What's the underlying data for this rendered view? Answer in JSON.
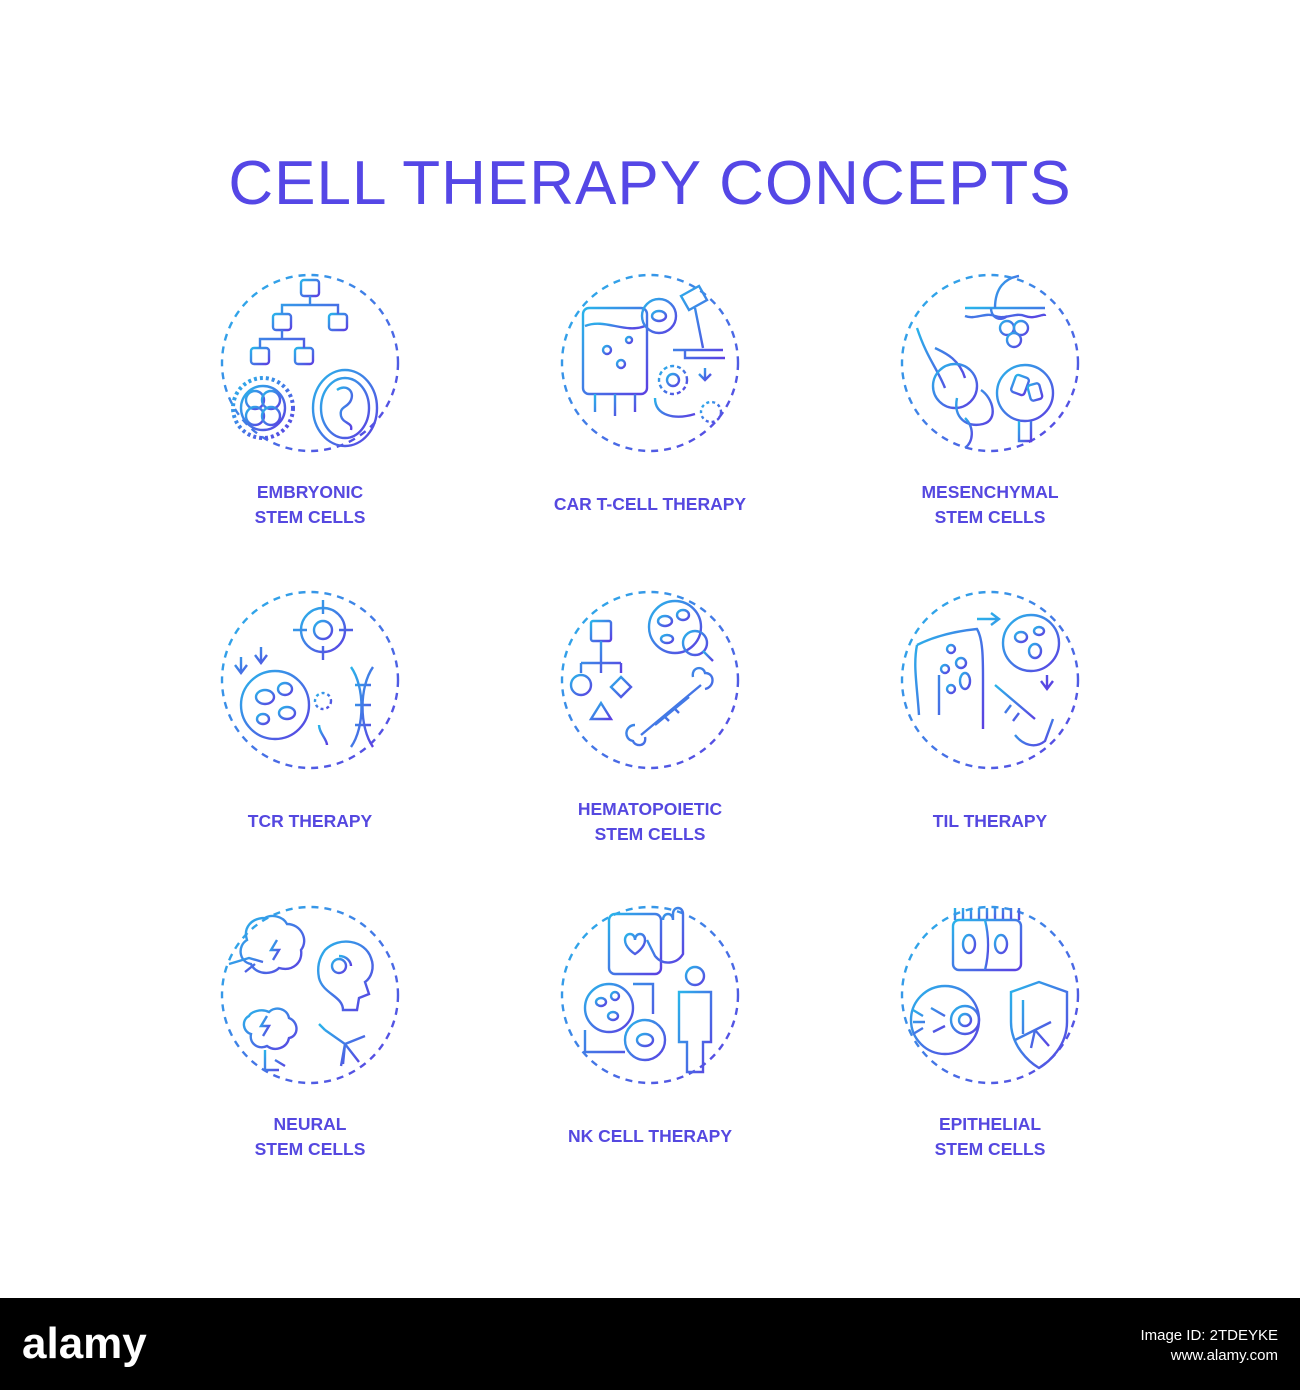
{
  "title": "CELL THERAPY CONCEPTS",
  "colors": {
    "gradient_start": "#29b5ea",
    "gradient_end": "#5b3fe2",
    "title": "#5547e6"
  },
  "icons": [
    {
      "name": "embryonic-stem-cells",
      "line1": "EMBRYONIC",
      "line2": "STEM CELLS"
    },
    {
      "name": "car-t-cell-therapy",
      "line1": "CAR  T-CELL THERAPY",
      "line2": ""
    },
    {
      "name": "mesenchymal-stem-cells",
      "line1": "MESENCHYMAL",
      "line2": "STEM CELLS"
    },
    {
      "name": "tcr-therapy",
      "line1": "TCR THERAPY",
      "line2": ""
    },
    {
      "name": "hematopoietic-stem-cells",
      "line1": "HEMATOPOIETIC",
      "line2": "STEM CELLS"
    },
    {
      "name": "til-therapy",
      "line1": "TIL THERAPY",
      "line2": ""
    },
    {
      "name": "neural-stem-cells",
      "line1": "NEURAL",
      "line2": "STEM CELLS"
    },
    {
      "name": "nk-cell-therapy",
      "line1": "NK CELL THERAPY",
      "line2": ""
    },
    {
      "name": "epithelial-stem-cells",
      "line1": "EPITHELIAL",
      "line2": "STEM CELLS"
    }
  ],
  "footer": {
    "brand": "alamy",
    "image_id_label": "Image ID: 2TDEYKE",
    "site": "www.alamy.com"
  }
}
